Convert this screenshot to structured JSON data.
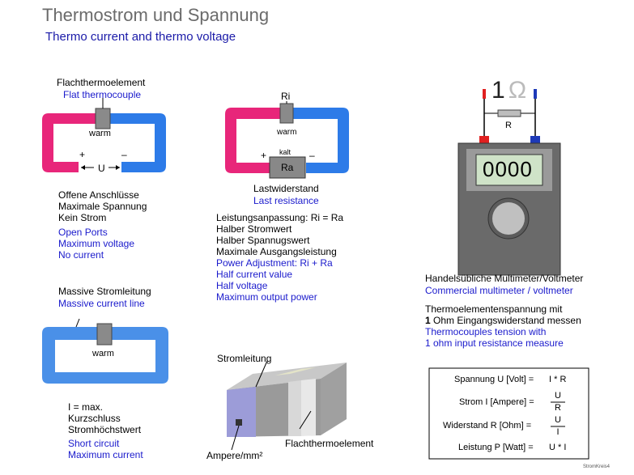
{
  "title": "Thermostrom und Spannung",
  "subtitle": "Thermo current and thermo voltage",
  "panel1": {
    "head_de": "Flachthermoelement",
    "head_en": "Flat thermocouple",
    "warm": "warm",
    "plus": "+",
    "minus": "–",
    "u": "U",
    "lines_de": [
      "Offene Anschlüsse",
      "Maximale Spannung",
      "Kein Strom"
    ],
    "lines_en": [
      "Open Ports",
      "Maximum voltage",
      "No current"
    ]
  },
  "panel2": {
    "ri": "Ri",
    "warm": "warm",
    "kalt": "kalt",
    "ra": "Ra",
    "plus": "+",
    "minus": "–",
    "head_de": "Lastwiderstand",
    "head_en": "Last resistance",
    "lines_de": [
      "Leistungsanpassung:  Ri = Ra",
      "Halber Stromwert",
      "Halber Spannugswert",
      "Maximale Ausgangsleistung"
    ],
    "lines_en": [
      "Power Adjustment: Ri + Ra",
      "Half current value",
      "Half voltage",
      "Maximum output power"
    ]
  },
  "panel3": {
    "head_de": "Massive Stromleitung",
    "head_en": "Massive current line",
    "warm": "warm",
    "lines_de": [
      "I = max.",
      "Kurzschluss",
      "Stromhöchstwert"
    ],
    "lines_en": [
      "Short circuit",
      "Maximum current"
    ]
  },
  "panel4": {
    "label_top": "Stromleitung",
    "label_right": "Flachthermoelement",
    "label_bottom": "Ampere/mm²"
  },
  "panel5": {
    "resistor_value": "1",
    "ohm_symbol": "Ω",
    "r": "R",
    "display": "0000",
    "head_de": "Handelsübliche Multimeter/Voltmeter",
    "head_en": "Commercial multimeter / voltmeter",
    "desc_de_1": "Thermoelementenspannung mit",
    "desc_de_2_bold": "1",
    "desc_de_2_rest": " Ohm Eingangswiderstand messen",
    "desc_en": [
      "Thermocouples tension with",
      "1 ohm input resistance measure"
    ]
  },
  "formulas": {
    "rows": [
      {
        "label": "Spannung U [Volt] =",
        "expr": "I * R"
      },
      {
        "label": "Strom I [Ampere] =",
        "num": "U",
        "den": "R"
      },
      {
        "label": "Widerstand R [Ohm] =",
        "num": "U",
        "den": "I"
      },
      {
        "label": "Leistung P [Watt] =",
        "expr": "U * I"
      }
    ]
  },
  "footer": "StromKreis4",
  "colors": {
    "pink": "#e8267a",
    "blue": "#2d7be8",
    "light_blue": "#4a90e8",
    "english_text": "#1a1acc"
  }
}
